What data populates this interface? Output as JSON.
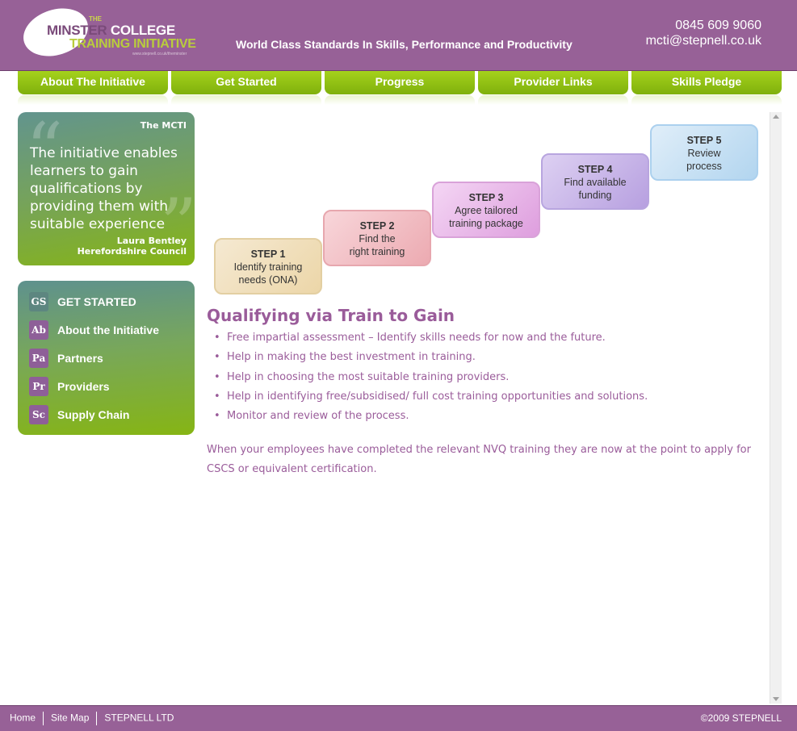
{
  "header": {
    "logo": {
      "the": "THE",
      "line1_a": "MINSTER",
      "line1_b": "COLLEGE",
      "line2": "TRAINING INITIATIVE",
      "url": "www.stepnell.co.uk/theminster"
    },
    "tagline": "World Class Standards In Skills, Performance and Productivity",
    "phone": "0845 609 9060",
    "email": "mcti@stepnell.co.uk"
  },
  "nav": {
    "items": [
      "About The Initiative",
      "Get Started",
      "Progress",
      "Provider Links",
      "Skills Pledge"
    ]
  },
  "quote": {
    "title": "The MCTI",
    "text": "The initiative enables learners to gain qualifications by providing them with suitable experience",
    "author_name": "Laura Bentley",
    "author_org": "Herefordshire Council"
  },
  "sidemenu": {
    "items": [
      {
        "badge": "GS",
        "label": "GET STARTED"
      },
      {
        "badge": "Ab",
        "label": "About the Initiative"
      },
      {
        "badge": "Pa",
        "label": "Partners"
      },
      {
        "badge": "Pr",
        "label": "Providers"
      },
      {
        "badge": "Sc",
        "label": "Supply Chain"
      }
    ]
  },
  "steps": [
    {
      "title": "STEP 1",
      "line1": "Identify training",
      "line2": "needs (ONA)"
    },
    {
      "title": "STEP 2",
      "line1": "Find the",
      "line2": "right training"
    },
    {
      "title": "STEP 3",
      "line1": "Agree tailored",
      "line2": "training package"
    },
    {
      "title": "STEP 4",
      "line1": "Find available",
      "line2": "funding"
    },
    {
      "title": "STEP 5",
      "line1": "Review",
      "line2": "process"
    }
  ],
  "content": {
    "title": "Qualifying via Train to Gain",
    "bullets": [
      "Free impartial assessment – Identify skills needs for now and the future.",
      "Help in making the best investment in training.",
      "Help in choosing the most suitable training providers.",
      "Help in identifying free/subsidised/ full cost training opportunities and solutions.",
      "Monitor and review of the process."
    ],
    "paragraph": "When your employees have completed the relevant NVQ training they are now at the point to apply for CSCS or equivalent certification."
  },
  "footer": {
    "links": [
      "Home",
      "Site Map",
      "STEPNELL LTD"
    ],
    "copyright": "©2009 STEPNELL"
  },
  "colors": {
    "brand_purple": "#976197",
    "nav_green": "#8cc014",
    "text_purple": "#9a5c9a"
  }
}
